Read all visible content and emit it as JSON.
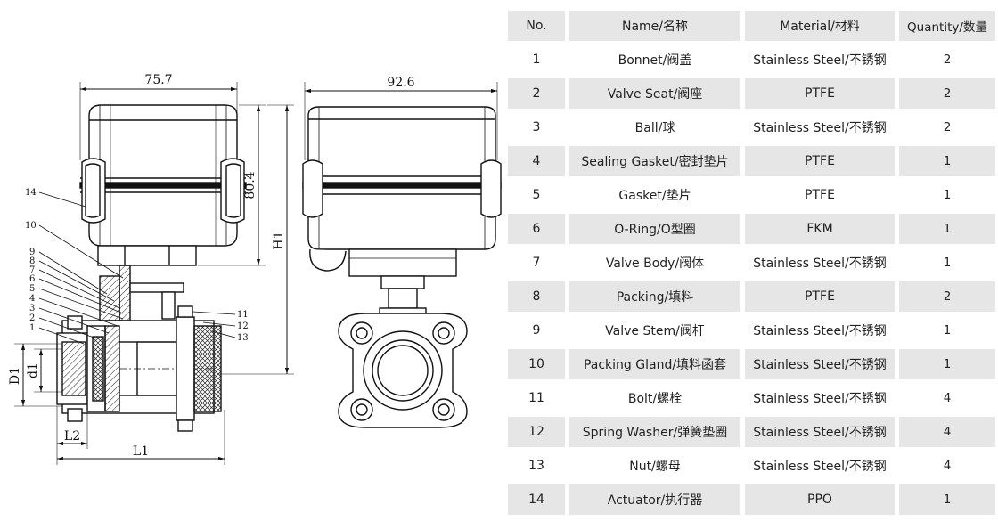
{
  "drawing": {
    "dims": {
      "width_left": "75.7",
      "width_right": "92.6",
      "actuator_height": "80.4",
      "total_height": "H1",
      "outer_dia": "D1",
      "inner_dia": "d1",
      "thread_len": "L2",
      "length": "L1"
    },
    "callouts": [
      "14",
      "10",
      "9",
      "8",
      "7",
      "6",
      "5",
      "4",
      "3",
      "2",
      "1",
      "11",
      "12",
      "13"
    ]
  },
  "table": {
    "headers": [
      "No.",
      "Name/名称",
      "Material/材料",
      "Quantity/数量"
    ],
    "rows": [
      [
        "1",
        "Bonnet/阀盖",
        "Stainless Steel/不锈钢",
        "2"
      ],
      [
        "2",
        "Valve Seat/阀座",
        "PTFE",
        "2"
      ],
      [
        "3",
        "Ball/球",
        "Stainless Steel/不锈钢",
        "2"
      ],
      [
        "4",
        "Sealing Gasket/密封垫片",
        "PTFE",
        "1"
      ],
      [
        "5",
        "Gasket/垫片",
        "PTFE",
        "1"
      ],
      [
        "6",
        "O-Ring/O型圈",
        "FKM",
        "1"
      ],
      [
        "7",
        "Valve Body/阀体",
        "Stainless Steel/不锈钢",
        "1"
      ],
      [
        "8",
        "Packing/填料",
        "PTFE",
        "2"
      ],
      [
        "9",
        "Valve Stem/阀杆",
        "Stainless Steel/不锈钢",
        "1"
      ],
      [
        "10",
        "Packing Gland/填料函套",
        "Stainless Steel/不锈钢",
        "1"
      ],
      [
        "11",
        "Bolt/螺栓",
        "Stainless Steel/不锈钢",
        "4"
      ],
      [
        "12",
        "Spring Washer/弹簧垫圈",
        "Stainless Steel/不锈钢",
        "4"
      ],
      [
        "13",
        "Nut/螺母",
        "Stainless Steel/不锈钢",
        "4"
      ],
      [
        "14",
        "Actuator/执行器",
        "PPO",
        "1"
      ]
    ]
  }
}
